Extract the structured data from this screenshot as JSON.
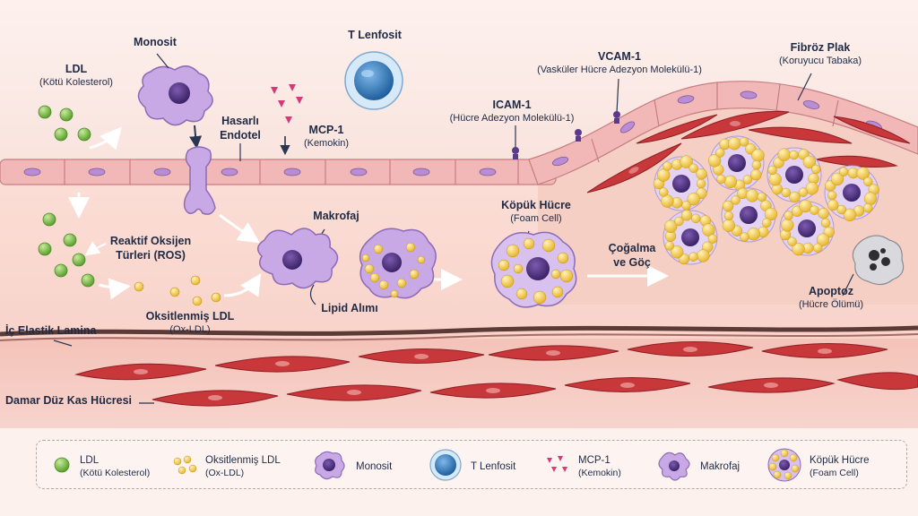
{
  "labels": {
    "ldl": {
      "title": "LDL",
      "sub": "(Kötü Kolesterol)"
    },
    "monosit": {
      "title": "Monosit"
    },
    "t_lenfosit": {
      "title": "T Lenfosit"
    },
    "hasarli_endotel": {
      "line1": "Hasarlı",
      "line2": "Endotel"
    },
    "mcp1": {
      "title": "MCP-1",
      "sub": "(Kemokin)"
    },
    "icam": {
      "title": "ICAM-1",
      "sub": "(Hücre Adezyon Molekülü-1)"
    },
    "vcam": {
      "title": "VCAM-1",
      "sub": "(Vasküler Hücre Adezyon Molekülü-1)"
    },
    "fibroz": {
      "title": "Fibröz Plak",
      "sub": "(Koruyucu Tabaka)"
    },
    "ros": {
      "line1": "Reaktif Oksijen",
      "line2": "Türleri (ROS)"
    },
    "makrofaj": {
      "title": "Makrofaj"
    },
    "kopuk": {
      "title": "Köpük Hücre",
      "sub": "(Foam Cell)"
    },
    "cogalma": {
      "line1": "Çoğalma",
      "line2": "ve Göç"
    },
    "ox_ldl": {
      "title": "Oksitlenmiş LDL",
      "sub": "(Ox-LDL)"
    },
    "lipid": {
      "title": "Lipid Alımı"
    },
    "apoptoz": {
      "title": "Apoptoz",
      "sub": "(Hücre Ölümü)"
    },
    "ic_elastik": {
      "title": "İç Elastik Lamina"
    },
    "damar": {
      "title": "Damar Düz Kas Hücresi"
    }
  },
  "legend": [
    {
      "icon": "ldl-icon",
      "title": "LDL",
      "sub": "(Kötü Kolesterol)"
    },
    {
      "icon": "ox-ldl-icon",
      "title": "Oksitlenmiş LDL",
      "sub": "(Ox-LDL)"
    },
    {
      "icon": "monocyte-icon",
      "title": "Monosit",
      "sub": ""
    },
    {
      "icon": "t-lymphocyte-icon",
      "title": "T Lenfosit",
      "sub": ""
    },
    {
      "icon": "mcp1-icon",
      "title": "MCP-1",
      "sub": "(Kemokin)"
    },
    {
      "icon": "macrophage-icon",
      "title": "Makrofaj",
      "sub": ""
    },
    {
      "icon": "foam-cell-icon",
      "title": "Köpük Hücre",
      "sub": "(Foam Cell)"
    }
  ],
  "colors": {
    "ldl": "#7cc04b",
    "ox_ldl": "#f4c542",
    "monocyte": "#c9a8e6",
    "nucleus": "#4a2f7c",
    "t_cell": "#3f86c8",
    "mcp1": "#d43a78",
    "muscle": "#c8373a",
    "endothelium": "#f2b8b8"
  }
}
